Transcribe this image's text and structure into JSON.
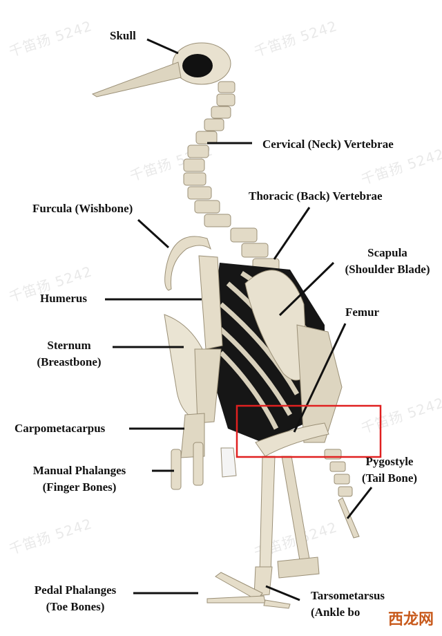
{
  "labels": {
    "skull": "Skull",
    "cervical": "Cervical (Neck) Vertebrae",
    "thoracic": "Thoracic (Back) Vertebrae",
    "furcula": "Furcula (Wishbone)",
    "scapula_1": "Scapula",
    "scapula_2": "(Shoulder Blade)",
    "humerus": "Humerus",
    "femur": "Femur",
    "sternum_1": "Sternum",
    "sternum_2": "(Breastbone)",
    "carpometacarpus": "Carpometacarpus",
    "manual_1": "Manual Phalanges",
    "manual_2": "(Finger Bones)",
    "pygostyle_1": "Pygostyle",
    "pygostyle_2": "(Tail Bone)",
    "pedal_1": "Pedal Phalanges",
    "pedal_2": "(Toe Bones)",
    "tarso_1": "Tarsometarsus",
    "tarso_2": "(Ankle bo"
  },
  "watermark": "千笛扬 5242",
  "brand": "西龙网",
  "colors": {
    "highlight_box": "#e02020",
    "bone": "#e8e1cf",
    "bone_shade": "#c9bfa6",
    "cavity": "#111111",
    "leader_line": "#111111"
  }
}
